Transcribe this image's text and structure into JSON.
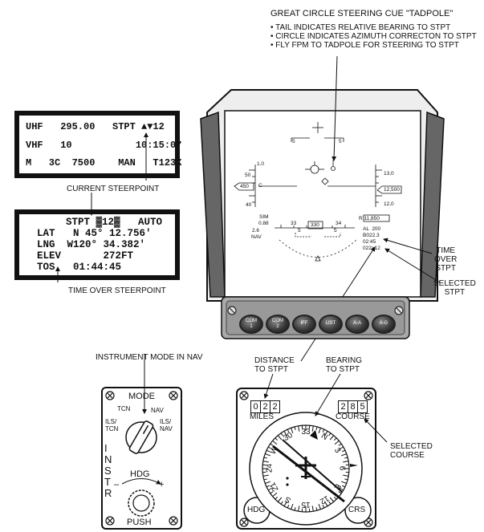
{
  "header": {
    "title": "GREAT CIRCLE STEERING CUE \"TADPOLE\"",
    "bullets": [
      "• TAIL INDICATES RELATIVE BEARING TO STPT",
      "• CIRCLE INDICATES AZIMUTH CORRECTON TO STPT",
      "• FLY FPM TO TADPOLE FOR STEERING TO STPT"
    ]
  },
  "ded_top": {
    "row1": "UHF   295.00   STPT ▲▼12",
    "row2": "VHF   10           10:15:07",
    "row3": "M   3C  7500    MAN   T123X"
  },
  "ded_bottom": {
    "row1": "STPT ▓12▓   AUTO",
    "row2": "LAT   N 45° 12.756'",
    "row3": "LNG  W120° 34.382'",
    "row4": "ELEV       272FT",
    "row5": "TOS   01:44:45"
  },
  "callouts": {
    "current_steerpoint": "CURRENT STEERPOINT",
    "time_over_steerpoint": "TIME OVER STEERPOINT",
    "time_over_stpt": "TIME\nOVER\nSTPT",
    "selected_stpt": "SELECTED\nSTPT",
    "instrument_mode": "INSTRUMENT MODE IN NAV",
    "distance_to_stpt": "DISTANCE\nTO STPT",
    "bearing_to_stpt": "BEARING\nTO STPT",
    "selected_course": "SELECTED\nCOURSE"
  },
  "hud": {
    "pitch_top_left": "5",
    "pitch_top_right": "5",
    "speed_top": "1.0",
    "speed_50": "50",
    "speed_c": "C",
    "speed_40": "40",
    "speed_box": "450",
    "alt_130": "13,0",
    "alt_box": "12,500",
    "alt_120": "12,0",
    "sim": "SIM",
    "mach": "0.88",
    "g": "2.6",
    "nav": "NAV",
    "hdg_33": "33",
    "hdg_box": "330",
    "hdg_34": "34",
    "pitch_bot_left": "5",
    "pitch_bot_right": "5",
    "radar_alt": "R 11,850",
    "al": "AL  200",
    "bd": "B022.3",
    "time": "02:45",
    "stpt_dist": "022>12"
  },
  "icp_buttons": [
    {
      "label": "COM\n1"
    },
    {
      "label": "COM\n2"
    },
    {
      "label": "IFF"
    },
    {
      "label": "LIST"
    },
    {
      "label": "A-A"
    },
    {
      "label": "A-G"
    }
  ],
  "instr_panel": {
    "mode": "MODE",
    "tcn": "TCN",
    "nav": "NAV",
    "ils_tcn": "ILS/\nTCN",
    "ils_nav": "ILS/\nNAV",
    "instr": "I\nN\nS\nT\nR",
    "hdg": "HDG",
    "minus": "–",
    "plus": "+",
    "push": "PUSH"
  },
  "hsi": {
    "miles_digits": [
      "0",
      "2",
      "2"
    ],
    "miles_label": "MILES",
    "course_digits": [
      "2",
      "8",
      "5"
    ],
    "course_label": "COURSE",
    "hdg_knob": "HDG",
    "crs_knob": "CRS",
    "card_labels": [
      "N",
      "3",
      "6",
      "E",
      "12",
      "15",
      "S",
      "21",
      "24",
      "W",
      "30",
      "33"
    ]
  }
}
